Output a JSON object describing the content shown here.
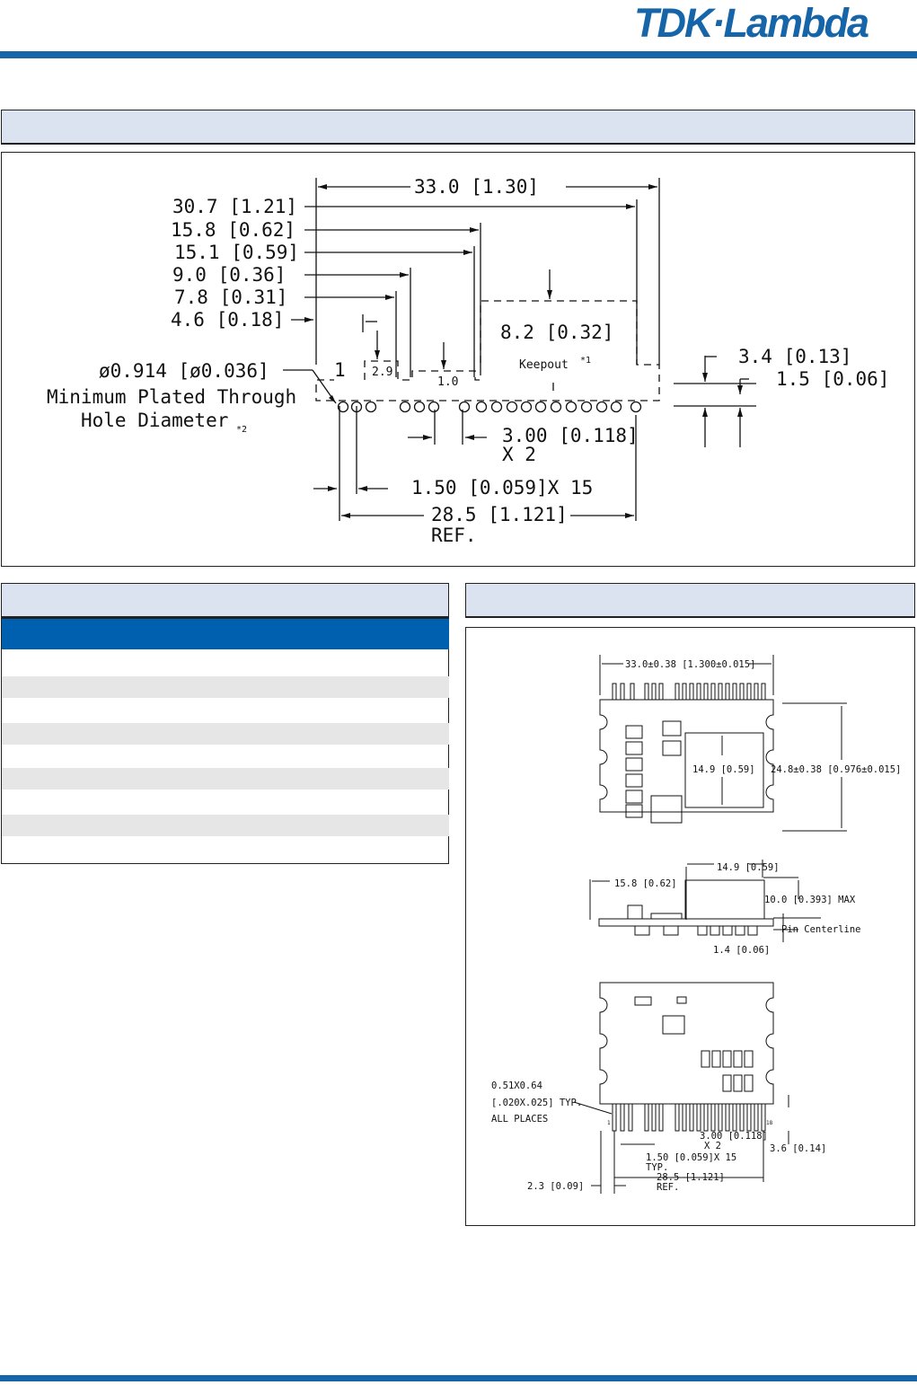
{
  "brand": {
    "logo_text": "TDK·Lambda",
    "color": "#1565a8"
  },
  "colors": {
    "section_header": "#dbe3f1",
    "table_header": "#0060b0",
    "table_alt_row": "#e6e6e6"
  },
  "footprint": {
    "dims": {
      "overall": "33.0 [1.30]",
      "d30_7": "30.7 [1.21]",
      "d15_8": "15.8 [0.62]",
      "d15_1": "15.1 [0.59]",
      "d9_0": "9.0 [0.36]",
      "d7_8": "7.8 [0.31]",
      "d4_6": "4.6 [0.18]",
      "keepout_dim": "8.2 [0.32]",
      "keepout_label": "Keepout",
      "keepout_note": "*1",
      "hole_dim": "ø0.914 [ø0.036]",
      "hole_line1": "Minimum Plated Through",
      "hole_line2": "Hole Diameter",
      "hole_note": "*2",
      "pin1": "1",
      "small_2_9": "2.9",
      "small_1_0": "1.0",
      "d3_4": "3.4 [0.13]",
      "d1_5": "1.5 [0.06]",
      "gap": "3.00 [0.118]",
      "gap_x": "X 2",
      "pitch": "1.50 [0.059]X 15",
      "ref": "28.5 [1.121]",
      "ref_label": "REF."
    }
  },
  "mech": {
    "top": {
      "width": "33.0±0.38 [1.300±0.015]",
      "height": "24.8±0.38 [0.976±0.015]",
      "inner": "14.9 [0.59]"
    },
    "side": {
      "w": "14.9 [0.59]",
      "offset": "15.8 [0.62]",
      "height": "10.0 [0.393] MAX",
      "pinline": "Pin Centerline",
      "pin": "1.4 [0.06]"
    },
    "bottom": {
      "note1": "0.51X0.64",
      "note2": "[.020X.025] TYP.",
      "note3": "ALL PLACES",
      "pin1": "1",
      "pin18": "18",
      "gap": "3.00 [0.118]",
      "gap_x": "X 2",
      "pitch": "1.50 [0.059]X 15",
      "pitch_typ": "TYP.",
      "ref": "28.5 [1.121]",
      "ref_label": "REF.",
      "d3_6": "3.6 [0.14]",
      "d2_3": "2.3 [0.09]"
    }
  }
}
